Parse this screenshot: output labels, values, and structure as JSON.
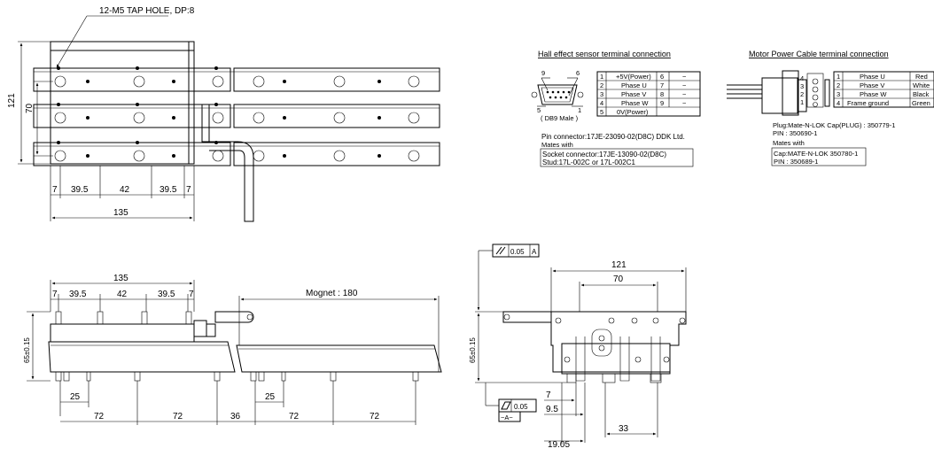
{
  "top_view": {
    "tap_hole_note": "12-M5 TAP HOLE, DP:8",
    "dim_121": "121",
    "dim_70": "70",
    "dim_7": "7",
    "dim_39_5_a": "39.5",
    "dim_42": "42",
    "dim_39_5_b": "39.5",
    "dim_7_b": "7",
    "dim_135": "135"
  },
  "hall_sensor": {
    "title": "Hall effect sensor terminal connection",
    "pin_9": "9",
    "pin_6": "6",
    "pin_5": "5",
    "pin_1": "1",
    "connector_label": "( DB9 Male )",
    "table": [
      [
        "1",
        "+5V(Power)",
        "6",
        "−"
      ],
      [
        "2",
        "Phase U",
        "7",
        "−"
      ],
      [
        "3",
        "Phase V",
        "8",
        "−"
      ],
      [
        "4",
        "Phase W",
        "9",
        "−"
      ],
      [
        "5",
        "0V(Power)",
        "",
        ""
      ]
    ],
    "pin_connector": "Pin connector:17JE-23090-02(D8C) DDK Ltd.",
    "mates_with": "Mates with",
    "socket_connector": "Socket connector:17JE-13090-02(D8C)",
    "stud": "Stud:17L-002C or 17L-002C1"
  },
  "motor_cable": {
    "title": "Motor Power Cable terminal connection",
    "pin_labels": [
      "4",
      "3",
      "2",
      "1"
    ],
    "table": [
      [
        "1",
        "Phase U",
        "Red"
      ],
      [
        "2",
        "Phase V",
        "White"
      ],
      [
        "3",
        "Phase W",
        "Black"
      ],
      [
        "4",
        "Frame ground",
        "Green"
      ]
    ],
    "plug": "Plug:Mate-N-LOK Cap(PLUG) : 350779-1",
    "plug_pin": "PIN : 350690-1",
    "mates_with": "Mates with",
    "cap": "Cap:MATE-N-LOK 350780-1",
    "cap_pin": "PIN : 350689-1"
  },
  "side_view": {
    "dim_135": "135",
    "dim_7": "7",
    "dim_39_5_a": "39.5",
    "dim_42": "42",
    "dim_39_5_b": "39.5",
    "dim_7_b": "7",
    "magnet_label": "Mognet : 180",
    "height": "65±0.15",
    "dim_25_a": "25",
    "dim_25_b": "25",
    "dim_72_a": "72",
    "dim_72_b": "72",
    "dim_36": "36",
    "dim_72_c": "72",
    "dim_72_d": "72"
  },
  "end_view": {
    "parallel_tol": "0.05",
    "datum_ref": "A",
    "dim_121": "121",
    "dim_70": "70",
    "height": "65±0.15",
    "flat_tol": "0.05",
    "datum_label": "−A−",
    "dim_7": "7",
    "dim_9_5": "9.5",
    "dim_33": "33",
    "dim_19_05": "19.05"
  }
}
